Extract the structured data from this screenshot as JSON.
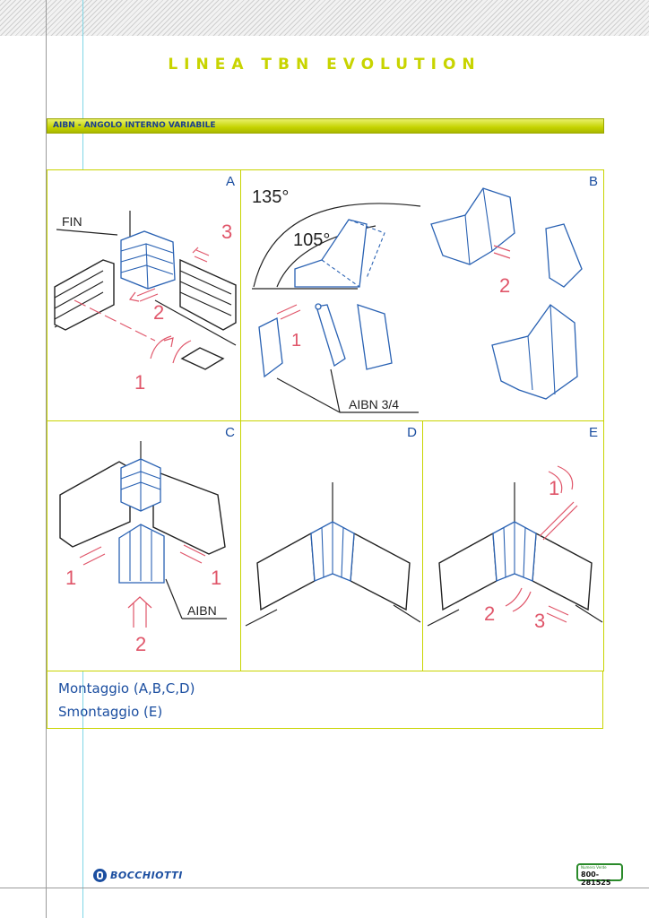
{
  "header": {
    "title": "LINEA TBN EVOLUTION"
  },
  "section": {
    "title": "AIBN - ANGOLO INTERNO VARIABILE"
  },
  "panels": {
    "A": {
      "label": "A",
      "fin_label": "FIN",
      "steps": [
        "1",
        "2",
        "3"
      ]
    },
    "B": {
      "label": "B",
      "angle_outer": "135°",
      "angle_inner": "105°",
      "part_label": "AIBN 3/4",
      "steps": [
        "1",
        "2"
      ]
    },
    "C": {
      "label": "C",
      "part_label": "AIBN",
      "steps": [
        "1",
        "1",
        "2"
      ]
    },
    "D": {
      "label": "D"
    },
    "E": {
      "label": "E",
      "steps": [
        "1",
        "2",
        "3"
      ]
    }
  },
  "caption": {
    "line1": "Montaggio (A,B,C,D)",
    "line2": "Smontaggio (E)"
  },
  "footer": {
    "brand": "BOCCHIOTTI",
    "phone_small": "Numero Verde",
    "phone": "800-281525"
  },
  "colors": {
    "accent": "#c8d400",
    "text_blue": "#1b4ea0",
    "line_blue": "#2a62b3",
    "arrow_red": "#e0566a"
  }
}
